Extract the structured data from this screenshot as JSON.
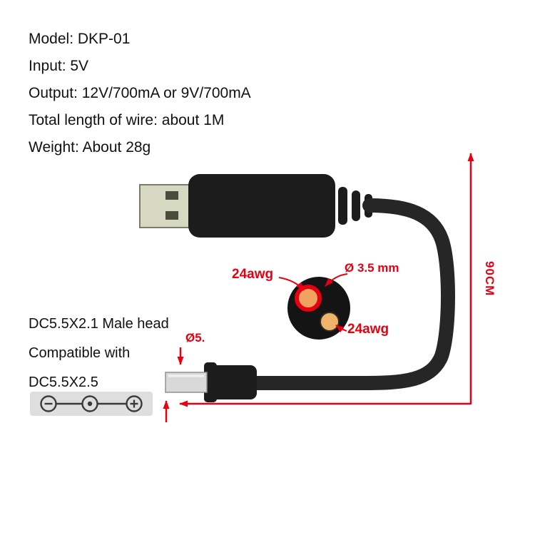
{
  "specs": {
    "lines": [
      "Model: DKP-01",
      "Input: 5V",
      "Output: 12V/700mA or 9V/700mA",
      "Total length of wire: about 1M",
      "Weight: About 28g"
    ]
  },
  "plug_label": {
    "line1": "DC5.5X2.1 Male head",
    "line2": "Compatible with",
    "line3": "DC5.5X2.5"
  },
  "annotations": {
    "cable_length": "90CM",
    "wire_gauge_top": "24awg",
    "wire_gauge_bottom": "24awg",
    "cable_outer_diameter": "Ø 3.5 mm",
    "plug_diameter": "Ø5."
  },
  "icons": {
    "usb_connector": "usb-a-male-plug",
    "dc_connector": "dc-barrel-plug",
    "polarity_symbol": "center-positive-polarity"
  },
  "colors": {
    "annotation_red": "#e60012",
    "cable_black": "#262626",
    "wire_copper": "#f0a35e",
    "usb_shield": "#d6d8c2"
  }
}
